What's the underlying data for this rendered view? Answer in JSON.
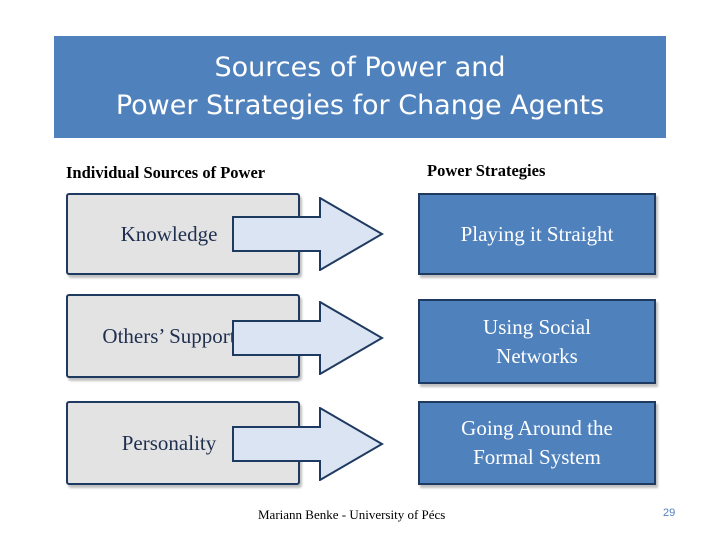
{
  "title": {
    "line1": "Sources of Power and",
    "line2": "Power Strategies for Change Agents"
  },
  "headers": {
    "left": "Individual Sources of Power",
    "right": "Power Strategies"
  },
  "sources": [
    {
      "label": "Knowledge"
    },
    {
      "label": "Others’ Support"
    },
    {
      "label": "Personality"
    }
  ],
  "strategies": [
    {
      "label": "Playing it Straight"
    },
    {
      "label": "Using Social Networks"
    },
    {
      "label": "Going Around the Formal System"
    }
  ],
  "footer": {
    "credit": "Mariann Benke - University of Pécs",
    "page_number": "29"
  },
  "colors": {
    "title_bar": "#4f81bd",
    "strategy_fill": "#4f81bd",
    "source_fill": "#e3e3e3",
    "arrow_fill": "#dbe4f3",
    "border": "#1f3a60"
  }
}
